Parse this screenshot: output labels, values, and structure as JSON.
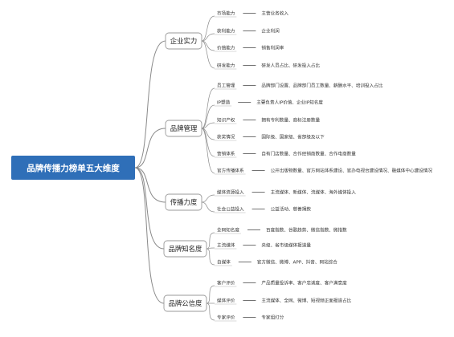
{
  "root": {
    "label": "品牌传播力榜单五大维度"
  },
  "branches": [
    {
      "label": "企业实力",
      "items": [
        {
          "label": "市场能力",
          "detail": "主营业务收入"
        },
        {
          "label": "获利能力",
          "detail": "企业利润"
        },
        {
          "label": "价值能力",
          "detail": "销售利润率"
        },
        {
          "label": "研发能力",
          "detail": "研发人员占比、研发投入占比"
        }
      ]
    },
    {
      "label": "品牌管理",
      "items": [
        {
          "label": "员工管理",
          "detail": "品牌部门设置、品牌部门员工数量、薪酬水平、培训投入占比"
        },
        {
          "label": "IP塑造",
          "detail": "主要负责人IP价值、企业IP知名度"
        },
        {
          "label": "知识产权",
          "detail": "拥有专利数量、商标注册数量"
        },
        {
          "label": "获奖情况",
          "detail": "国际级、国家级、省部级及以下"
        },
        {
          "label": "营销体系",
          "detail": "自有门店数量、合作经销商数量、合作电商数量"
        },
        {
          "label": "官方传播体系",
          "detail": "公开出版物数量、官方网站体系建设、官办电视台建设情况、融媒体中心建设情况"
        }
      ]
    },
    {
      "label": "传播力度",
      "items": [
        {
          "label": "媒体资源投入",
          "detail": "主流媒体、新媒体、流媒体、海外媒体投入"
        },
        {
          "label": "社会公益投入",
          "detail": "公益活动、慈善捐款"
        }
      ]
    },
    {
      "label": "品牌知名度",
      "items": [
        {
          "label": "全网知名度",
          "detail": "百度指数、谷歌趋势、微信指数、微指数"
        },
        {
          "label": "主流媒体",
          "detail": "央级、省市级媒体报道量"
        },
        {
          "label": "自媒体",
          "detail": "官方微信、微博、APP、抖音、网站综合"
        }
      ]
    },
    {
      "label": "品牌公信度",
      "items": [
        {
          "label": "客户评价",
          "detail": "产品质量投诉率、客户忠诚度、客户满意度"
        },
        {
          "label": "媒体评价",
          "detail": "主流媒体、全网、微博、短视频正面报道占比"
        },
        {
          "label": "专家评价",
          "detail": "专家组打分"
        }
      ]
    }
  ],
  "colors": {
    "root_fill": "#2f6fb8",
    "branch_border": "#9a9a9a",
    "line": "#8a8a8a",
    "leaf_underline": "#b5b5b5"
  }
}
